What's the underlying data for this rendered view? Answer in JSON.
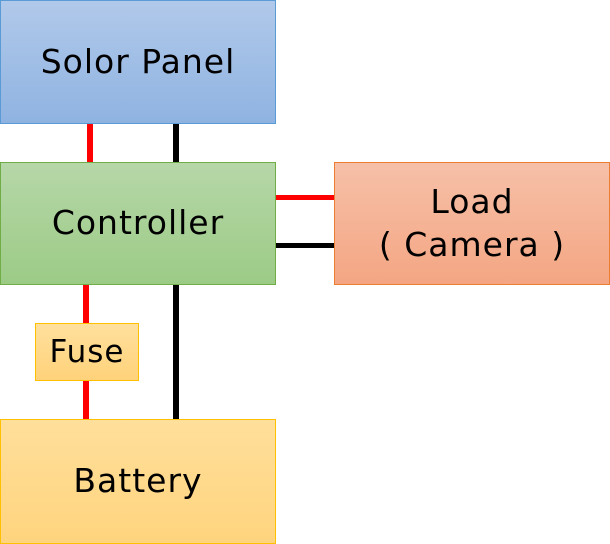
{
  "diagram": {
    "nodes": {
      "solar_panel": {
        "label": "Solor Panel"
      },
      "controller": {
        "label": "Controller"
      },
      "load": {
        "label_line1": "Load",
        "label_line2": "( Camera )"
      },
      "fuse": {
        "label": "Fuse"
      },
      "battery": {
        "label": "Battery"
      }
    },
    "connections": [
      {
        "from": "solar_panel",
        "to": "controller",
        "polarity": "positive",
        "color": "#ff0000"
      },
      {
        "from": "solar_panel",
        "to": "controller",
        "polarity": "negative",
        "color": "#000000"
      },
      {
        "from": "controller",
        "to": "load",
        "polarity": "positive",
        "color": "#ff0000"
      },
      {
        "from": "controller",
        "to": "load",
        "polarity": "negative",
        "color": "#000000"
      },
      {
        "from": "controller",
        "to": "fuse",
        "polarity": "positive",
        "color": "#ff0000"
      },
      {
        "from": "fuse",
        "to": "battery",
        "polarity": "positive",
        "color": "#ff0000"
      },
      {
        "from": "controller",
        "to": "battery",
        "polarity": "negative",
        "color": "#000000"
      }
    ]
  }
}
